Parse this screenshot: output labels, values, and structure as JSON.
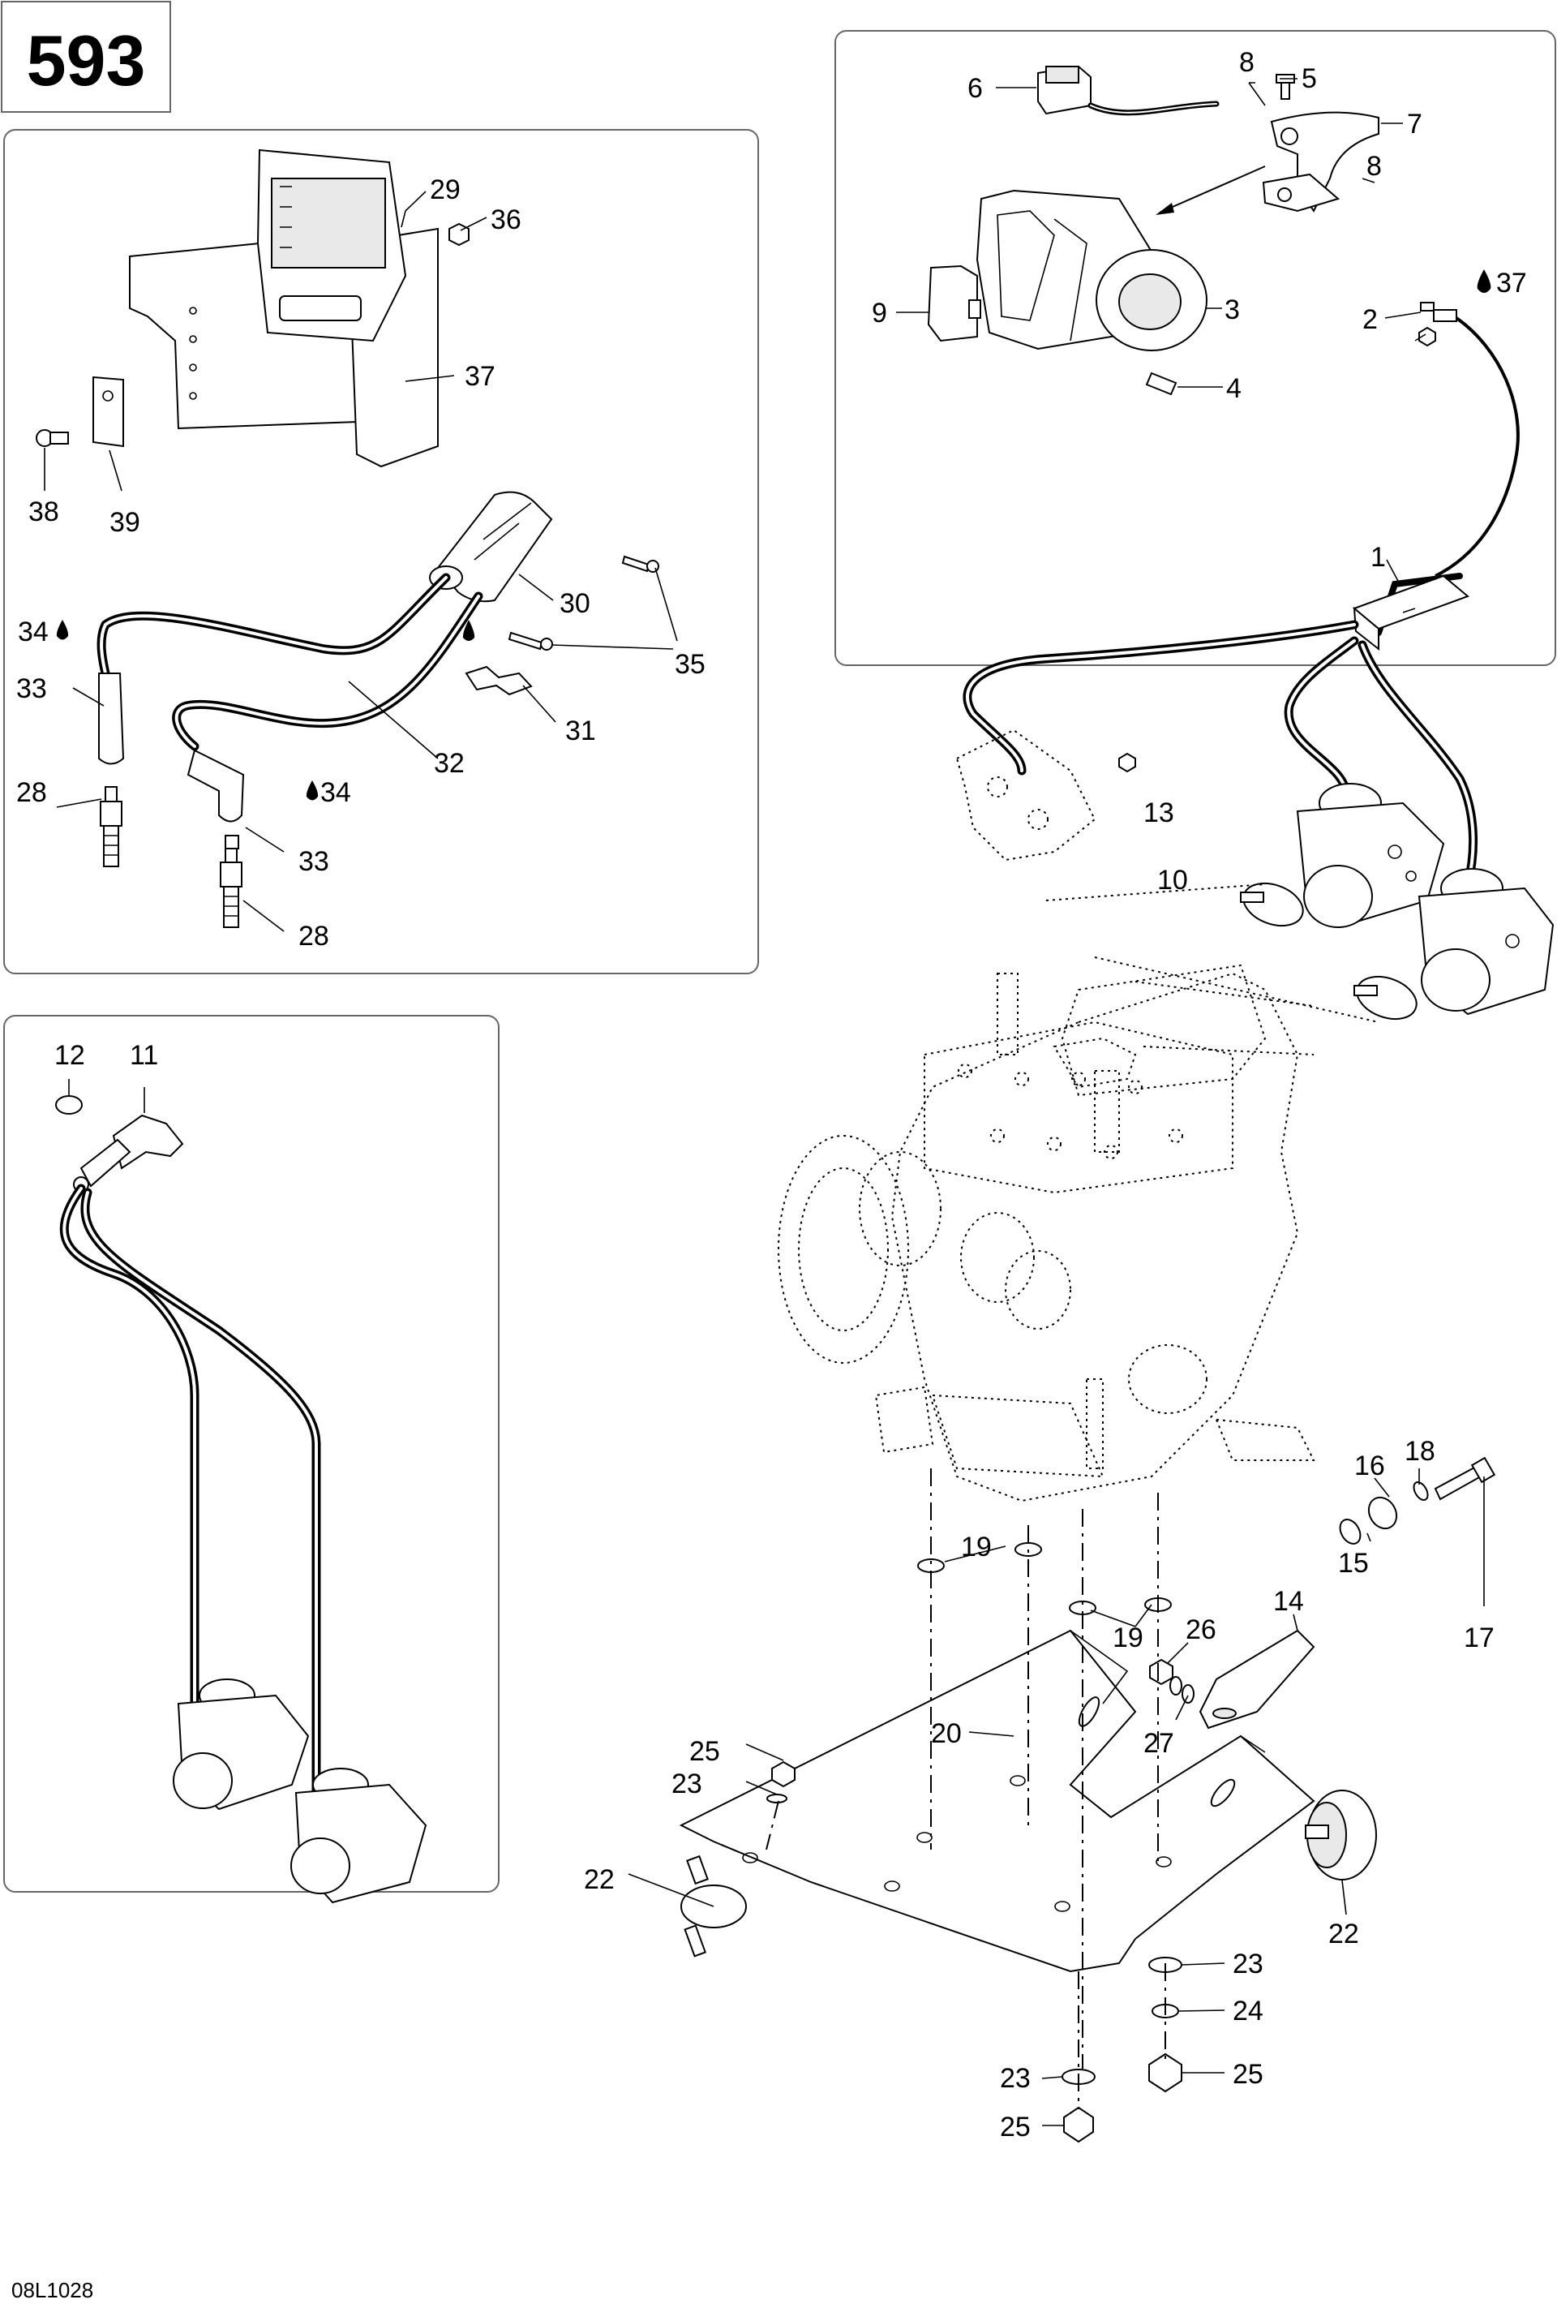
{
  "page": {
    "number": "593",
    "code": "08L1028"
  },
  "labels": {
    "l1": "1",
    "l2": "2",
    "l3": "3",
    "l4": "4",
    "l5": "5",
    "l6": "6",
    "l7": "7",
    "l8a": "8",
    "l8b": "8",
    "l9": "9",
    "l10": "10",
    "l11": "11",
    "l12": "12",
    "l13": "13",
    "l14": "14",
    "l15": "15",
    "l16": "16",
    "l17": "17",
    "l18": "18",
    "l19a": "19",
    "l19b": "19",
    "l20": "20",
    "l22a": "22",
    "l22b": "22",
    "l23a": "23",
    "l23b": "23",
    "l23c": "23",
    "l24": "24",
    "l25a": "25",
    "l25b": "25",
    "l25c": "25",
    "l26": "26",
    "l27": "27",
    "l28a": "28",
    "l28b": "28",
    "l29": "29",
    "l30": "30",
    "l31": "31",
    "l32": "32",
    "l33a": "33",
    "l33b": "33",
    "l34a": "34",
    "l34b": "34",
    "l35": "35",
    "l36": "36",
    "l37a": "37",
    "l37b": "37",
    "l38": "38",
    "l39": "39"
  },
  "icons": {
    "drop": "lubricant-drop-icon"
  }
}
